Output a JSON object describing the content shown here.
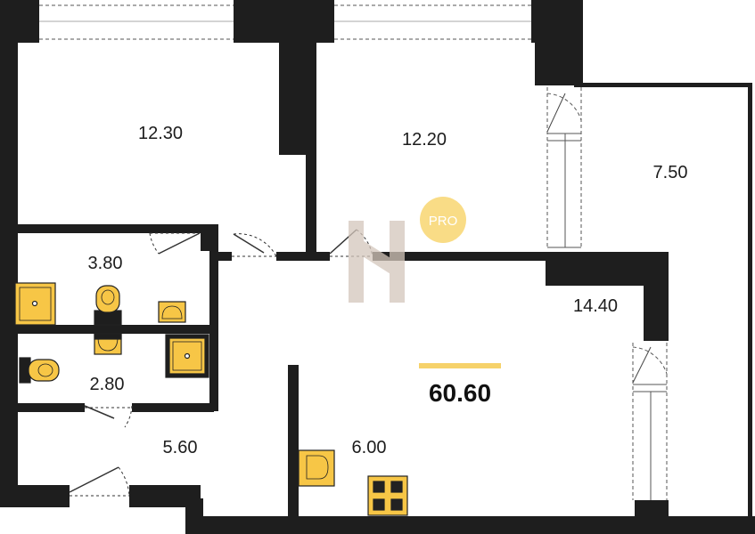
{
  "floor_plan": {
    "total_area": "60.60",
    "rooms": [
      {
        "id": "room-1",
        "area": "12.30"
      },
      {
        "id": "room-2",
        "area": "12.20"
      },
      {
        "id": "balcony",
        "area": "7.50"
      },
      {
        "id": "bathroom",
        "area": "3.80"
      },
      {
        "id": "wc",
        "area": "2.80"
      },
      {
        "id": "hallway",
        "area": "5.60"
      },
      {
        "id": "kitchen",
        "area": "6.00"
      },
      {
        "id": "living",
        "area": "14.40"
      }
    ],
    "watermark": {
      "badge_text": "PRO"
    }
  },
  "colors": {
    "wall": "#1e1e1e",
    "fixture_fill": "#f7c646",
    "accent_line": "#f6d26a",
    "badge": "#f9dc86",
    "watermark": "#d4c6bb",
    "background": "#ffffff"
  }
}
